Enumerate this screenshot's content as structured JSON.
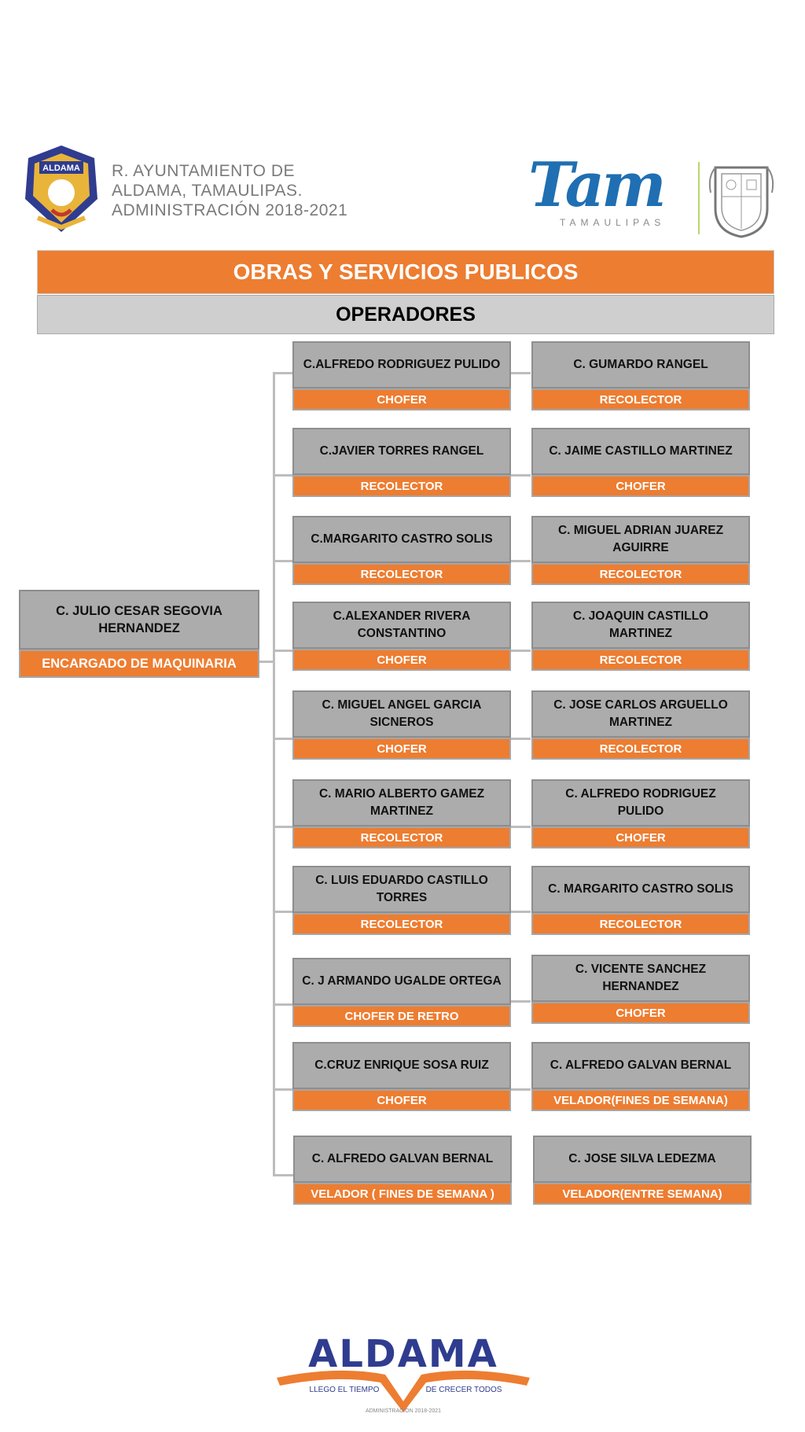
{
  "header": {
    "municipality_lines": [
      "R. AYUNTAMIENTO DE",
      "ALDAMA, TAMAULIPAS.",
      "ADMINISTRACIÓN  2018-2021"
    ],
    "municipal_seal_label": "ALDAMA",
    "tam_logo_word": "Tam",
    "tam_logo_subtitle": "TAMAULIPAS"
  },
  "department": "OBRAS Y SERVICIOS PUBLICOS",
  "section": "OPERADORES",
  "boss": {
    "name": "C. JULIO CESAR SEGOVIA HERNANDEZ",
    "role": "ENCARGADO DE MAQUINARIA"
  },
  "rows": [
    {
      "left": {
        "name": "C.ALFREDO RODRIGUEZ PULIDO",
        "role": "CHOFER"
      },
      "right": {
        "name": "C. GUMARDO RANGEL",
        "role": "RECOLECTOR"
      }
    },
    {
      "left": {
        "name": "C.JAVIER TORRES RANGEL",
        "role": "RECOLECTOR"
      },
      "right": {
        "name": "C. JAIME CASTILLO MARTINEZ",
        "role": "CHOFER"
      }
    },
    {
      "left": {
        "name": "C.MARGARITO CASTRO SOLIS",
        "role": "RECOLECTOR"
      },
      "right": {
        "name": "C. MIGUEL ADRIAN JUAREZ AGUIRRE",
        "role": "RECOLECTOR"
      }
    },
    {
      "left": {
        "name": "C.ALEXANDER RIVERA CONSTANTINO",
        "role": "CHOFER"
      },
      "right": {
        "name": "C. JOAQUIN CASTILLO MARTINEZ",
        "role": "RECOLECTOR"
      }
    },
    {
      "left": {
        "name": "C. MIGUEL ANGEL GARCIA SICNEROS",
        "role": "CHOFER"
      },
      "right": {
        "name": "C. JOSE CARLOS ARGUELLO MARTINEZ",
        "role": "RECOLECTOR"
      }
    },
    {
      "left": {
        "name": "C. MARIO ALBERTO GAMEZ MARTINEZ",
        "role": "RECOLECTOR"
      },
      "right": {
        "name": "C. ALFREDO RODRIGUEZ PULIDO",
        "role": "CHOFER"
      }
    },
    {
      "left": {
        "name": "C. LUIS EDUARDO CASTILLO TORRES",
        "role": "RECOLECTOR"
      },
      "right": {
        "name": "C. MARGARITO CASTRO SOLIS",
        "role": "RECOLECTOR"
      }
    },
    {
      "left": {
        "name": "C. J ARMANDO UGALDE ORTEGA",
        "role": "CHOFER DE RETRO"
      },
      "right": {
        "name": "C. VICENTE SANCHEZ HERNANDEZ",
        "role": "CHOFER"
      }
    },
    {
      "left": {
        "name": "C.CRUZ ENRIQUE SOSA RUIZ",
        "role": "CHOFER"
      },
      "right": {
        "name": "C. ALFREDO GALVAN BERNAL",
        "role": "VELADOR(FINES DE SEMANA)"
      }
    },
    {
      "left": {
        "name": "C. ALFREDO GALVAN BERNAL",
        "role": "VELADOR ( FINES DE SEMANA )"
      },
      "right": {
        "name": "C. JOSE SILVA LEDEZMA",
        "role": "VELADOR(ENTRE SEMANA)"
      }
    }
  ],
  "footer": {
    "logo_word": "ALDAMA",
    "slogan_left": "LLEGO EL TIEMPO",
    "slogan_right": "DE CRECER TODOS",
    "tagline": "ADMINISTRACIÓN 2018-2021"
  },
  "colors": {
    "orange": "#ed7d31",
    "gray_card": "#acacac",
    "gray_banner": "#cfcfcf",
    "connector": "#bdbdbd"
  }
}
